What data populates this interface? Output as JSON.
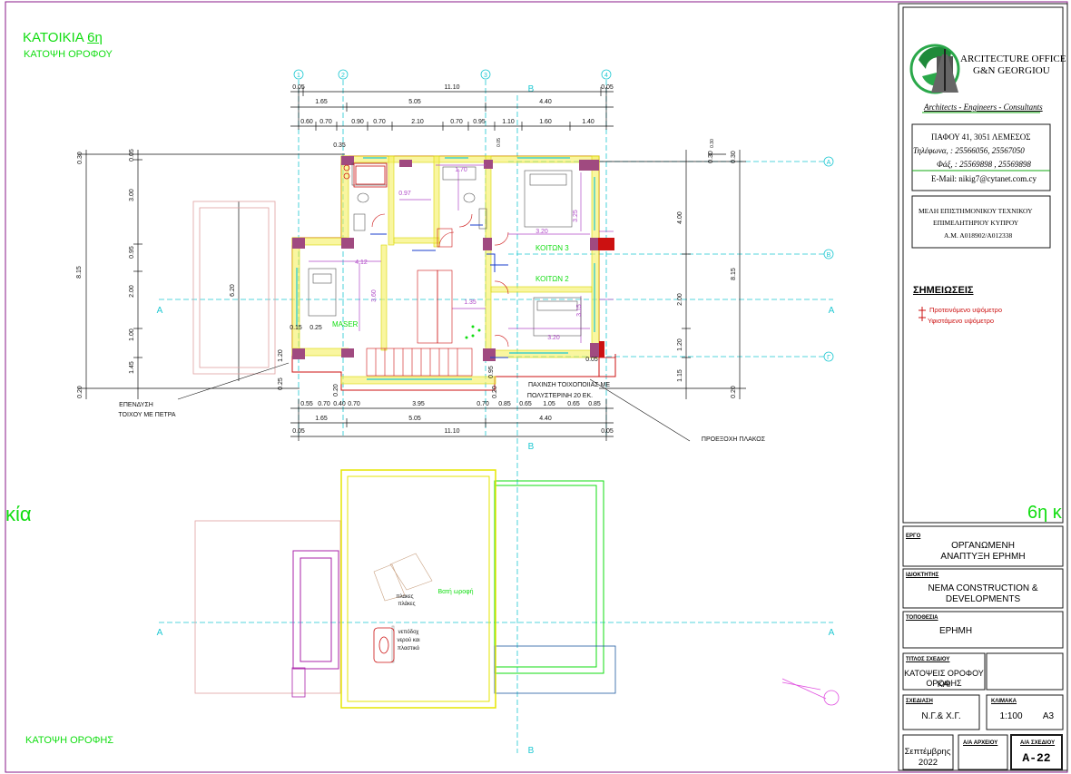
{
  "colors": {
    "grid": "#1ec8d2",
    "wall": "#d8d800",
    "title_green": "#11dd11",
    "red": "#cc1111",
    "purple": "#b04ac8",
    "magenta": "#aa22aa",
    "frame": "#8a1a8a",
    "dim": "#111111"
  },
  "headings": {
    "house_prefix": "ΚΑΤΟΙΚΙΑ ",
    "house_number": "6η",
    "floor_plan": "ΚΑΤΟΨΗ ΟΡΟΦΟΥ",
    "roof_plan": "ΚΑΤΟΨΗ ΟΡΟΦΗΣ",
    "left_fragment": "κία",
    "right_fragment": "6η κ"
  },
  "grid_labels": {
    "columns": [
      "1",
      "2",
      "3",
      "4"
    ],
    "rows": [
      "A",
      "B",
      "Γ"
    ],
    "section_a": "A",
    "section_b": "B"
  },
  "dims_top": {
    "row1": [
      "0.05",
      "11.10",
      "0.05"
    ],
    "row2": [
      "1.65",
      "5.05",
      "4.40"
    ],
    "row3": [
      "0.60",
      "0.70",
      "0.90",
      "0.70",
      "2.10",
      "0.70",
      "0.95",
      "1.10",
      "1.60",
      "1.40"
    ],
    "misc": [
      "0.35",
      "0.05",
      "0.30"
    ]
  },
  "dims_bottom": {
    "row1": [
      "0.55",
      "0.70",
      "0.40",
      "0.70",
      "3.95",
      "0.70",
      "0.85",
      "0.65",
      "1.05",
      "0.65",
      "0.85"
    ],
    "row2": [
      "1.65",
      "5.05",
      "4.40"
    ],
    "row3": [
      "0.05",
      "11.10",
      "0.05"
    ]
  },
  "dims_left": {
    "outer": "8.15",
    "inner": [
      "0.30",
      "0.05",
      "3.00",
      "0.95",
      "2.00",
      "1.00",
      "1.45",
      "0.20"
    ],
    "mid": "6.20",
    "small": [
      "1.20",
      "0.25"
    ]
  },
  "dims_right": {
    "outer": "8.15",
    "inner": [
      "0.30",
      "4.00",
      "2.00",
      "1.20",
      "1.15"
    ],
    "top": [
      "0.30",
      "0.30"
    ],
    "bottom": "0.20"
  },
  "room_dims": [
    "1.70",
    "0.97",
    "4.12",
    "3.60",
    "1.35",
    "3.20",
    "3.25",
    "3.20",
    "3.15",
    "0.95",
    "0.15",
    "0.25",
    "0.20",
    "0.05",
    "1.40"
  ],
  "rooms": {
    "master": "MASER",
    "bedroom3": "ΚΟΙΤΩΝ 3",
    "bedroom2": "ΚΟΙΤΩΝ 2"
  },
  "annotations": {
    "cladding_line1": "ΕΠΕΝΔΥΣΗ",
    "cladding_line2": "ΤΟΙΧΟΥ ΜΕ ΠΕΤΡΑ",
    "insulation_line1": "ΠΑΧΙΝΣΗ ΤΟΙΧΟΠΟΙΙΑΣ ΜΕ",
    "insulation_line2": "ΠΟΛΥΣΤΕΡΙΝΗ 20 ΕΚ.",
    "slab_projection": "ΠΡΟΕΞΟΧΗ ΠΛΑΚΟΣ",
    "roof_tiles_line1": "πλακες",
    "roof_tiles_line2": "πλάκες",
    "roof_deck": "Βατή ωροφή",
    "tank_line1": "νεπόδοχ",
    "tank_line2": "νερού και",
    "tank_line3": "πλαστικό"
  },
  "title_block": {
    "office_name_line1": "ARCITECTURE OFFICE",
    "office_name_line2": "G&N GEORGIOU",
    "tagline": "Architects - Engineers - Consultants",
    "address": "ΠΑΦΟΥ 41, 3051 ΛΕΜΕΣΟΣ",
    "phone": "Τηλέφωνα, : 25566056, 25567050",
    "fax": "Φάξ, : 25569898 , 25569898",
    "email": "E-Mail: nikig7@cytanet.com.cy",
    "member_line1": "ΜΕΛΗ ΕΠΙΣΤΗΜΟΝΙΚΟΥ ΤΕΧΝΙΚΟΥ",
    "member_line2": "ΕΠΙΜΕΛΗΤΗΡΙΟΥ ΚΥΠΡΟΥ",
    "member_line3": "Α.Μ. Α018902/Α012338",
    "notes_title": "ΣΗΜΕΙΩΣΕΙΣ",
    "legend_proposed": "Προτεινόμενο υψόμετρο",
    "legend_existing": "Υφιστάμενο υψόμετρο",
    "project_label": "ΕΡΓΟ",
    "project_line1": "ΟΡΓΑΝΩΜΕΝΗ",
    "project_line2": "ΑΝΑΠΤΥΞΗ ΕΡΗΜΗ",
    "owner_label": "ΙΔΙΟΚΤΗΤΗΣ",
    "owner_line1": "NEMA CONSTRUCTION &",
    "owner_line2": "DEVELOPMENTS",
    "location_label": "ΤΟΠΟΘΕΣΙΑ",
    "location": "ΕΡΗΜΗ",
    "drawing_title_label": "ΤΙΤΛΟΣ ΣΧΕΔΙΟΥ",
    "drawing_title_line1": "ΚΑΤΟΨΕΙΣ ΟΡΟΦΟΥ ΚΑΙ",
    "drawing_title_line2": "ΟΡΟΦΗΣ",
    "design_label": "ΣΧΕΔΙΑΣΗ",
    "designer": "Ν.Γ.& Χ.Γ.",
    "scale_label": "ΚΛΙΜΑΚΑ",
    "scale": "1:100",
    "paper": "A3",
    "date_line1": "Σεπτέμβρης",
    "date_line2": "2022",
    "file_no_label": "Α/Α ΑΡΧΕΙΟΥ",
    "sheet_no_label": "Α/Α ΣΧΕΔΙΟΥ",
    "sheet_no": "A-22"
  }
}
